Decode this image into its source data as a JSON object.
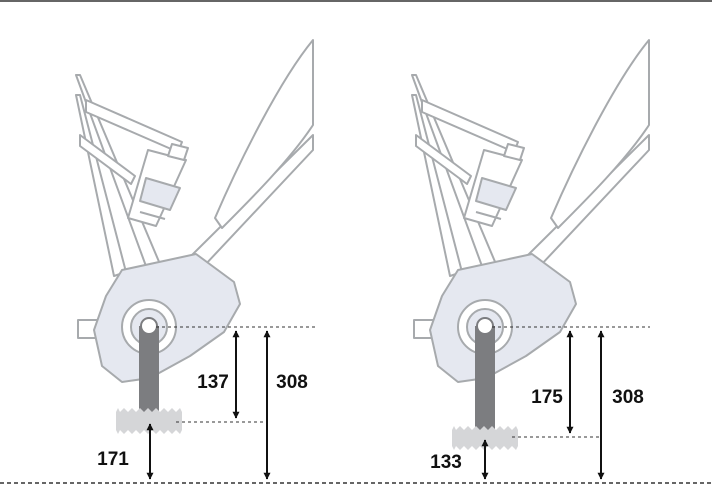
{
  "colors": {
    "frame_fill": "#ffffff",
    "frame_stroke": "#a7aaad",
    "motor_fill": "#e5e8f0",
    "crank_fill": "#7c7d80",
    "pedal_fill": "#d5d6d8",
    "dimension_color": "#111111",
    "rule_color": "#333333"
  },
  "panels": [
    {
      "id": "left",
      "pedal_to_axle": "137",
      "ground_clearance": "171",
      "axle_height": "308"
    },
    {
      "id": "right",
      "pedal_to_axle": "175",
      "ground_clearance": "133",
      "axle_height": "308"
    }
  ]
}
